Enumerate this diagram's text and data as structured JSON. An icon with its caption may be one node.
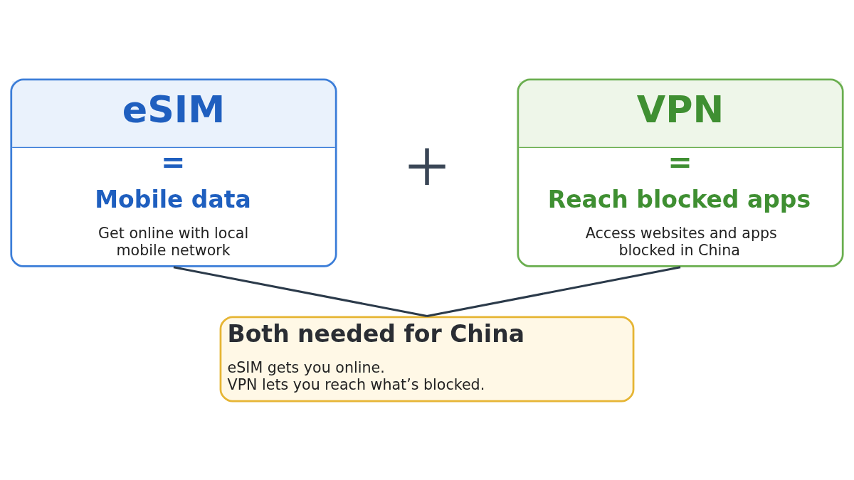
{
  "diagram": {
    "nodes": [
      {
        "text": [
          "eSIM",
          "=",
          "Mobile data",
          "Get online with local mobile network"
        ]
      },
      {
        "text": [
          "VPN",
          "=",
          "Reach blocked apps",
          "Access websites and apps blocked in China"
        ]
      },
      {
        "text": [
          "Both needed for China",
          "eSIM gets you online. VPN lets you reach what’s blocked."
        ]
      }
    ],
    "edges": [
      {
        "from": 0,
        "to": 2,
        "arrow": "none"
      },
      {
        "from": 1,
        "to": 2,
        "arrow": "none"
      }
    ],
    "labels": [
      "+"
    ]
  }
}
